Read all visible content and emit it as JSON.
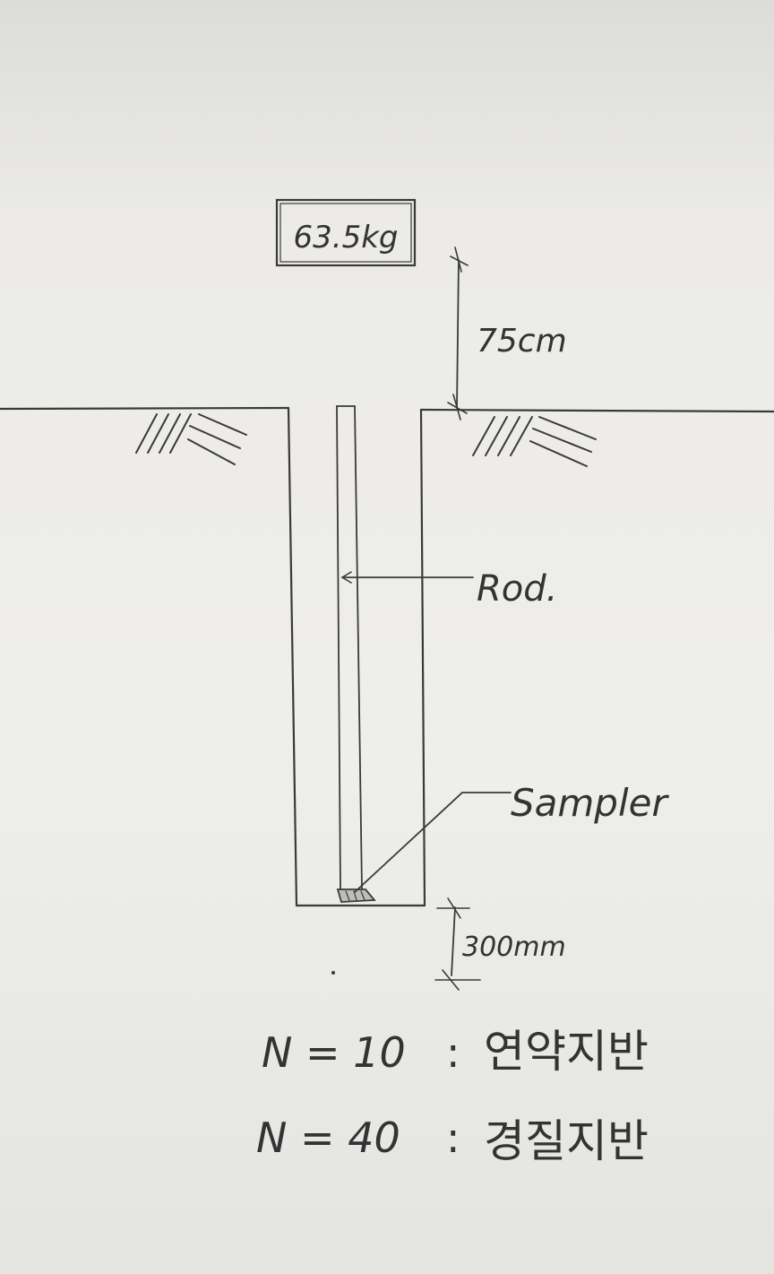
{
  "labels": {
    "weight": "63.5kg",
    "drop_height": "75cm",
    "rod": "Rod.",
    "sampler": "Sampler",
    "penetration": "300mm"
  },
  "notes": [
    {
      "n": "N = 10",
      "sep": ":",
      "meaning": "연약지반"
    },
    {
      "n": "N = 40",
      "sep": ":",
      "meaning": "경질지반"
    }
  ],
  "colors": {
    "ink": "#3a3a3a",
    "paper": "#ecebe8"
  }
}
